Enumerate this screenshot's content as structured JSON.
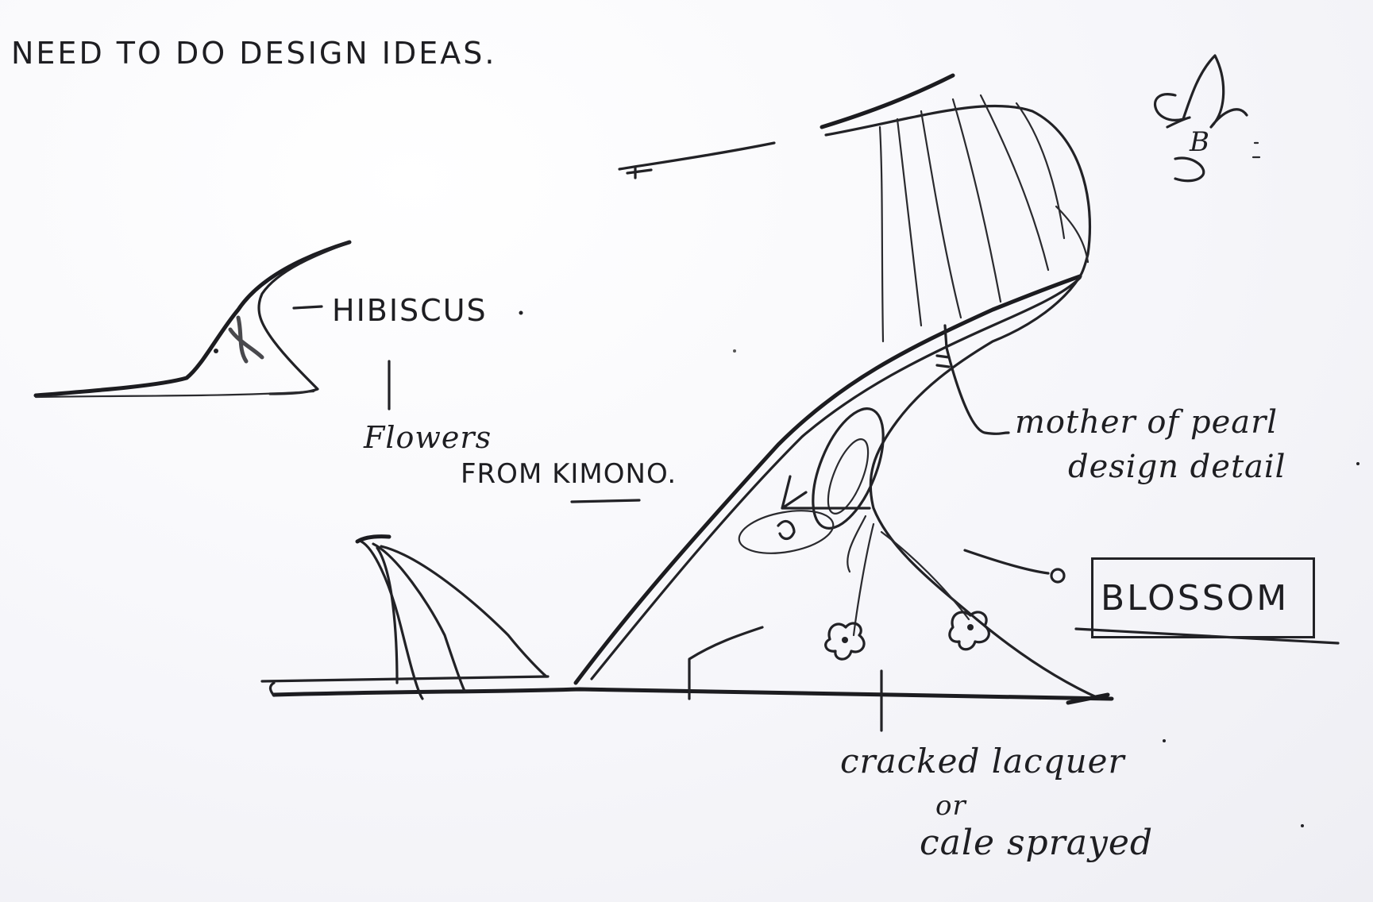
{
  "sketch": {
    "heading": "NEED TO DO DESIGN IDEAS.",
    "label_hibiscus": "HIBISCUS",
    "label_flowers": "Flowers",
    "label_from_kimono": "FROM KIMONO.",
    "label_mother_of_pearl_line1": "mother of pearl",
    "label_mother_of_pearl_line2": "design detail",
    "label_blossom": "BLOSSOM",
    "label_cracked_line1": "cracked lacquer",
    "label_cracked_line2": "or",
    "label_cracked_line3": "cale sprayed",
    "doodle_initial": "B"
  },
  "colors": {
    "paper": "#f5f5f7",
    "ink": "#222226"
  }
}
